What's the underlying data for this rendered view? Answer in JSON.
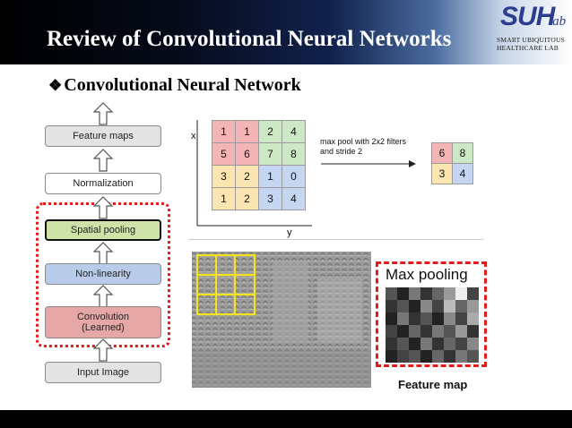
{
  "header": {
    "title": "Review of Convolutional Neural Networks",
    "logo": {
      "mark": "SUH",
      "lab": "lab",
      "line1": "SMART UBIQUITOUS",
      "line2": "HEALTHCARE LAB"
    }
  },
  "bullet": {
    "symbol": "❖",
    "text": "Convolutional Neural Network"
  },
  "pipeline": {
    "stages": [
      {
        "label": "Feature maps",
        "color": "#e3e3e3"
      },
      {
        "label": "Normalization",
        "color": "#ffffff"
      },
      {
        "label": "Spatial pooling",
        "color": "#cfe2a8"
      },
      {
        "label": "Non-linearity",
        "color": "#b8cbe8"
      },
      {
        "label": "Convolution\n(Learned)",
        "color": "#e6a7a7"
      },
      {
        "label": "Input Image",
        "color": "#e3e3e3"
      }
    ]
  },
  "pooling": {
    "x_axis": "x",
    "y_axis": "y",
    "description_line1": "max pool with 2x2 filters",
    "description_line2": "and stride 2",
    "input": [
      [
        "1",
        "1",
        "2",
        "4"
      ],
      [
        "5",
        "6",
        "7",
        "8"
      ],
      [
        "3",
        "2",
        "1",
        "0"
      ],
      [
        "1",
        "2",
        "3",
        "4"
      ]
    ],
    "output": [
      [
        "6",
        "8"
      ],
      [
        "3",
        "4"
      ]
    ],
    "quadrant_colors": [
      "#f4b5b7",
      "#cde8c5",
      "#fbe6b1",
      "#c5d6f2"
    ]
  },
  "feature_panel": {
    "title": "Max pooling",
    "caption": "Feature map"
  }
}
